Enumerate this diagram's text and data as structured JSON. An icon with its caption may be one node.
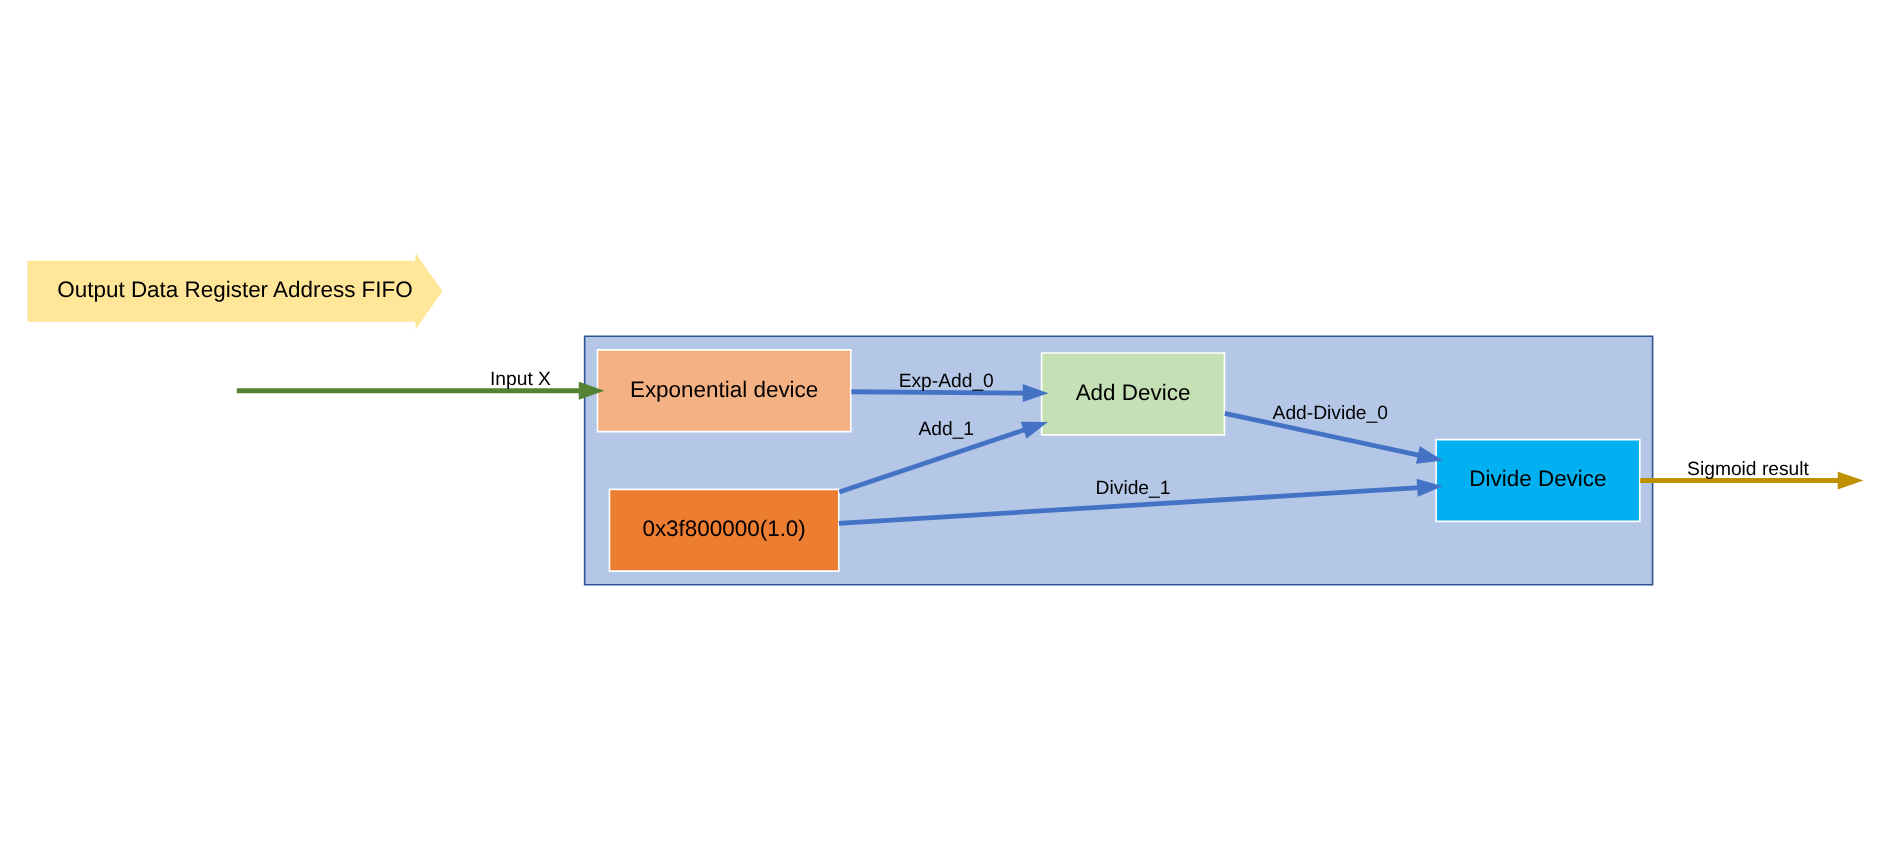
{
  "diagram": {
    "nodes": [
      {
        "text": [],
        "shape": "box"
      },
      {
        "text": [
          "Output Data Register Address FIFO"
        ]
      },
      {
        "text": [
          "Exponential device"
        ],
        "in": 0
      },
      {
        "text": [
          "Add Device"
        ],
        "in": 0
      },
      {
        "text": [
          "Divide Device"
        ],
        "in": 0
      },
      {
        "text": [
          "0x3f800000(1.0)"
        ],
        "in": 0
      }
    ],
    "edges": [
      {
        "from": null,
        "to": 2,
        "arrow": "to",
        "label": "Input X",
        "color": "#548235"
      },
      {
        "from": 2,
        "to": 3,
        "arrow": "to",
        "label": "Exp-Add_0"
      },
      {
        "from": 3,
        "to": 4,
        "arrow": "to",
        "label": "Add-Divide_0"
      },
      {
        "from": 4,
        "to": null,
        "arrow": "to",
        "label": "Sigmoid result",
        "color": "#bf9000"
      },
      {
        "from": 5,
        "to": 3,
        "arrow": "to",
        "label": "Add_1"
      },
      {
        "from": 5,
        "to": 4,
        "arrow": "to",
        "label": "Divide_1"
      }
    ]
  }
}
